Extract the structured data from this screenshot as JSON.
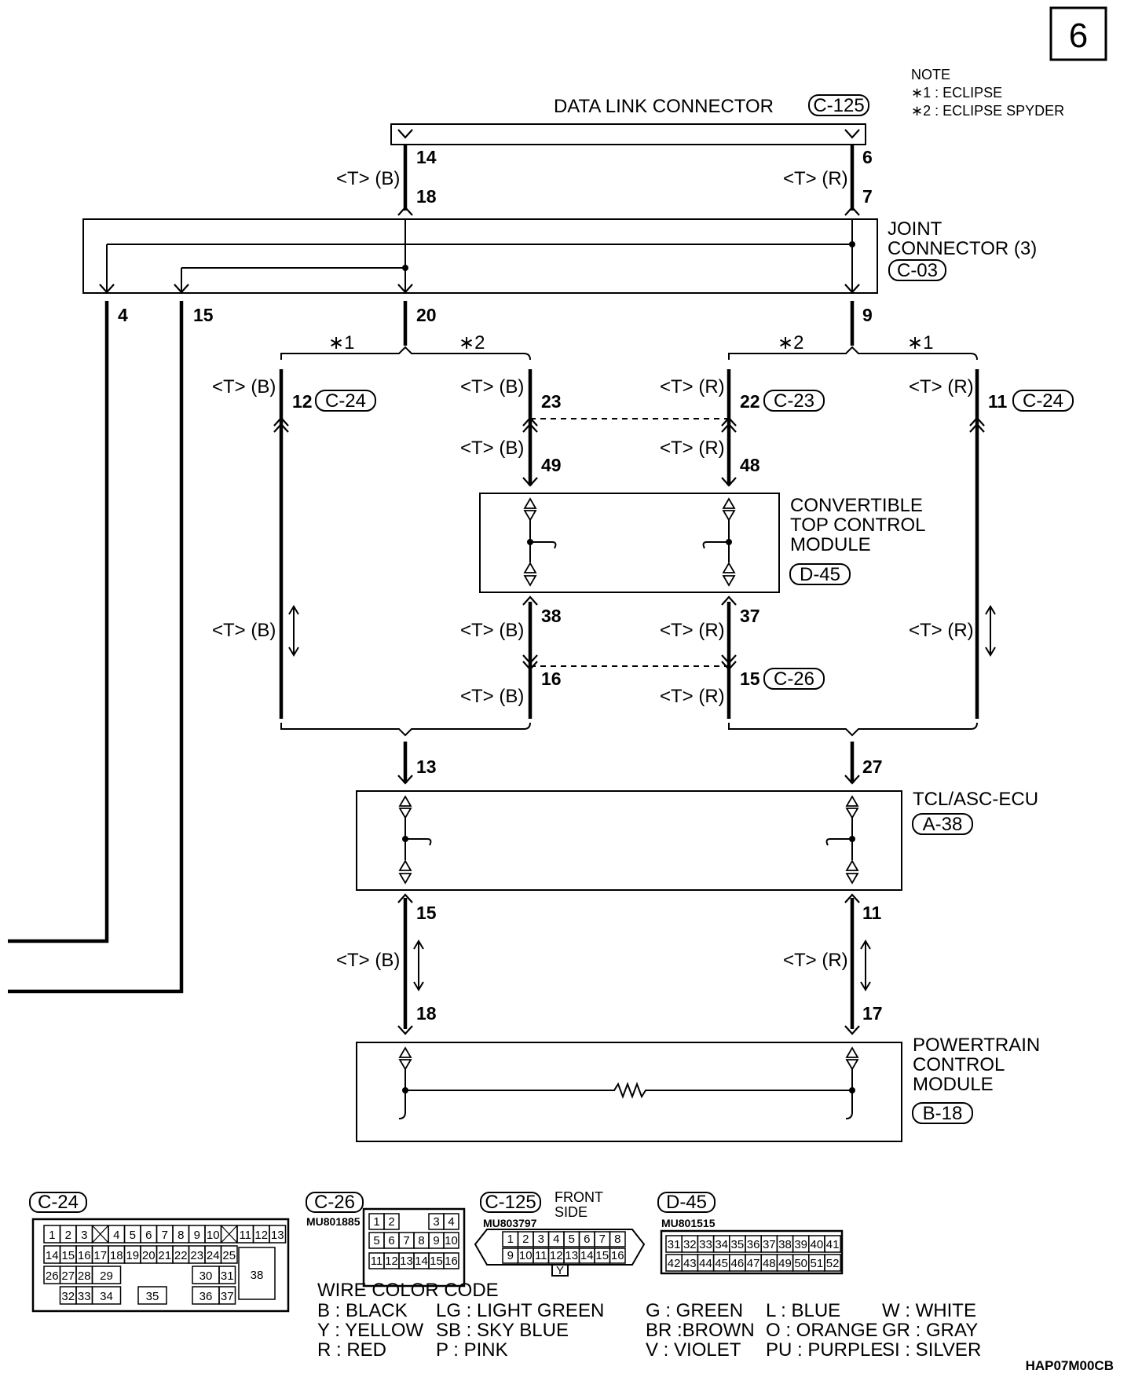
{
  "page_number": "6",
  "note": {
    "title": "NOTE",
    "items": [
      "∗1 : ECLIPSE",
      "∗2 : ECLIPSE SPYDER"
    ]
  },
  "data_link_connector": {
    "name": "DATA LINK CONNECTOR",
    "code": "C-125",
    "pins": [
      "14",
      "6"
    ]
  },
  "joint_connector": {
    "name_line1": "JOINT",
    "name_line2": "CONNECTOR (3)",
    "code": "C-03",
    "pins_top": [
      "18",
      "7"
    ],
    "pins_bottom": [
      "4",
      "15",
      "20",
      "9"
    ]
  },
  "wire_labels": {
    "tb": "<T> (B)",
    "tr": "<T> (R)"
  },
  "variant_marks": {
    "m1": "∗1",
    "m2": "∗2"
  },
  "branch_pins": {
    "left_eclipse": {
      "pin": "12",
      "code": "C-24"
    },
    "left_spyder_top": {
      "pin": "23"
    },
    "right_spyder_top": {
      "pin": "22",
      "code": "C-23"
    },
    "right_eclipse": {
      "pin": "11",
      "code": "C-24"
    },
    "ctm_in_left": "49",
    "ctm_in_right": "48",
    "ctm_out_left": "38",
    "ctm_out_right": "37",
    "left_spyder_bottom": {
      "pin": "16"
    },
    "right_spyder_bottom": {
      "pin": "15",
      "code": "C-26"
    }
  },
  "ctm": {
    "line1": "CONVERTIBLE",
    "line2": "TOP CONTROL",
    "line3": "MODULE",
    "code": "D-45"
  },
  "tcl": {
    "name": "TCL/ASC-ECU",
    "code": "A-38",
    "pins_top": [
      "13",
      "27"
    ],
    "pins_bottom": [
      "15",
      "11"
    ]
  },
  "pcm": {
    "line1": "POWERTRAIN",
    "line2": "CONTROL",
    "line3": "MODULE",
    "code": "B-18",
    "pins": [
      "18",
      "17"
    ]
  },
  "connector_views": {
    "c24": {
      "code": "C-24",
      "row1": [
        "1",
        "2",
        "3",
        "",
        "4",
        "5",
        "6",
        "7",
        "8",
        "9",
        "10",
        "",
        "11",
        "12",
        "13"
      ],
      "row2": [
        "14",
        "15",
        "16",
        "17",
        "18",
        "19",
        "20",
        "21",
        "22",
        "23",
        "24",
        "25"
      ],
      "row3": [
        "26",
        "27",
        "28",
        "29",
        "30",
        "31"
      ],
      "row4": [
        "32",
        "33",
        "34",
        "35",
        "36",
        "37"
      ],
      "big": "38"
    },
    "c26": {
      "code": "C-26",
      "part": "MU801885",
      "row1": [
        "1",
        "2",
        "3",
        "4"
      ],
      "row2": [
        "5",
        "6",
        "7",
        "8",
        "9",
        "10"
      ],
      "row3": [
        "11",
        "12",
        "13",
        "14",
        "15",
        "16"
      ]
    },
    "c125": {
      "code": "C-125",
      "side_line1": "FRONT",
      "side_line2": "SIDE",
      "part": "MU803797",
      "row1": [
        "1",
        "2",
        "3",
        "4",
        "5",
        "6",
        "7",
        "8"
      ],
      "row2": [
        "9",
        "10",
        "11",
        "12",
        "13",
        "14",
        "15",
        "16"
      ],
      "key": "Y"
    },
    "d45": {
      "code": "D-45",
      "part": "MU801515",
      "row1": [
        "31",
        "32",
        "33",
        "34",
        "35",
        "36",
        "37",
        "38",
        "39",
        "40",
        "41"
      ],
      "row2": [
        "42",
        "43",
        "44",
        "45",
        "46",
        "47",
        "48",
        "49",
        "50",
        "51",
        "52"
      ]
    }
  },
  "wire_color_code": {
    "title": "WIRE COLOR CODE",
    "rows": [
      [
        "B : BLACK",
        "LG : LIGHT GREEN",
        "G : GREEN",
        "L : BLUE",
        "W : WHITE"
      ],
      [
        "Y : YELLOW",
        "SB : SKY BLUE",
        "BR :BROWN",
        "O : ORANGE",
        "GR : GRAY"
      ],
      [
        "R : RED",
        "P : PINK",
        "V : VIOLET",
        "PU : PURPLE",
        "SI : SILVER"
      ]
    ]
  },
  "figure_id": "HAP07M00CB"
}
